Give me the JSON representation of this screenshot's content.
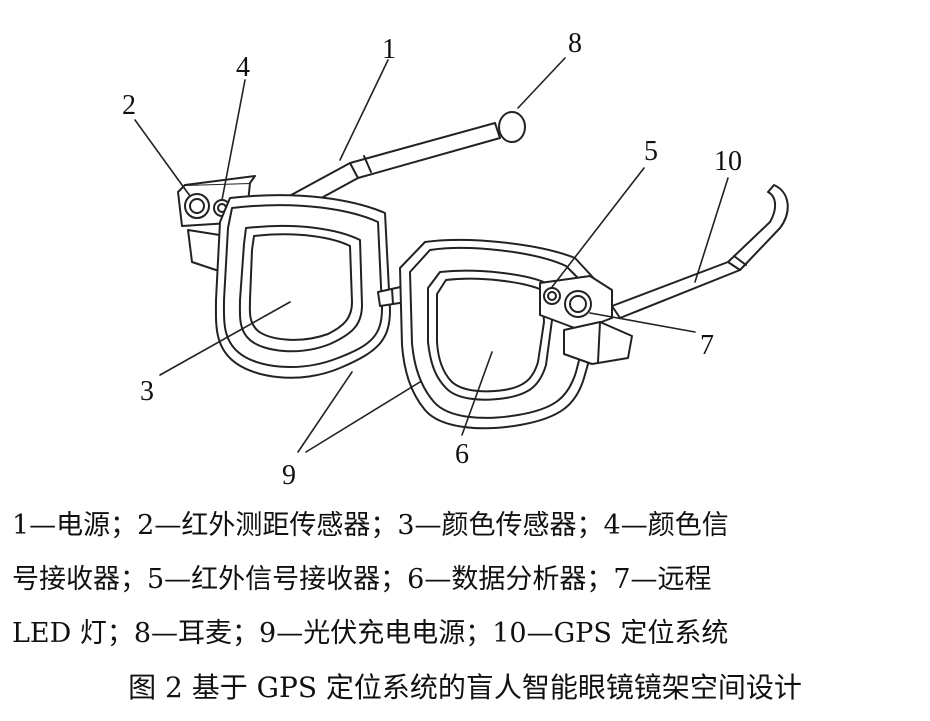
{
  "figure": {
    "labels": {
      "n1": "1",
      "n2": "2",
      "n3": "3",
      "n4": "4",
      "n5": "5",
      "n6": "6",
      "n7": "7",
      "n8": "8",
      "n9": "9",
      "n10": "10"
    }
  },
  "legend": {
    "line1": "1—电源；2—红外测距传感器；3—颜色传感器；4—颜色信",
    "line2": "号接收器；5—红外信号接收器；6—数据分析器；7—远程",
    "line3": "LED 灯；8—耳麦；9—光伏充电电源；10—GPS 定位系统"
  },
  "caption": "图 2   基于 GPS 定位系统的盲人智能眼镜镜架空间设计"
}
